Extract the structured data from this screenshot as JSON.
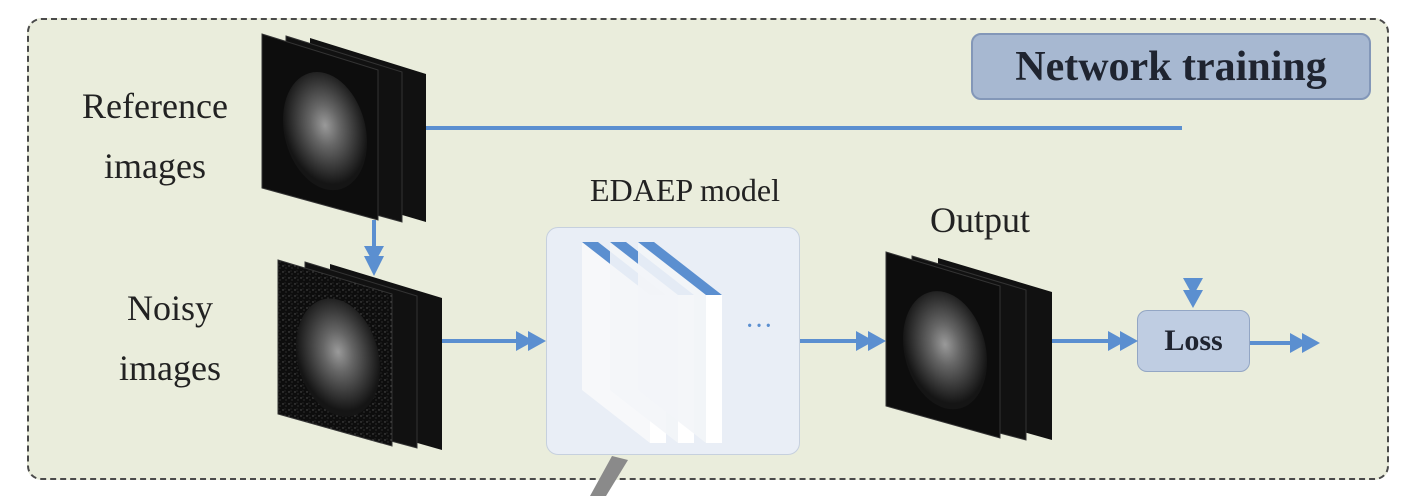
{
  "title": "Network training",
  "labels": {
    "reference_line1": "Reference",
    "reference_line2": "images",
    "noisy_line1": "Noisy",
    "noisy_line2": "images",
    "model": "EDAEP model",
    "output": "Output",
    "loss": "Loss",
    "ellipsis": "···"
  },
  "colors": {
    "panel_bg": "#eaeddc",
    "badge_bg": "#a7b8d1",
    "arrow": "#5b8fd0",
    "layer_top": "#5b8fd0",
    "image_bg": "#111111"
  }
}
